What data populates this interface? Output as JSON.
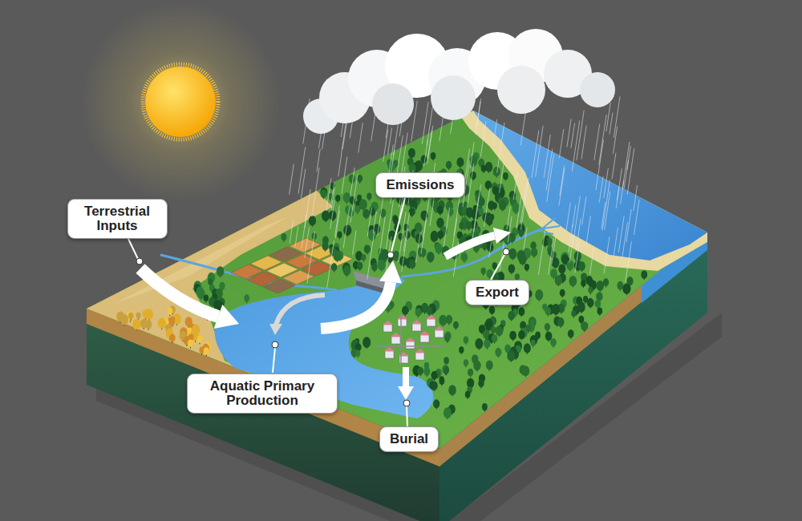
{
  "diagram": {
    "nodes": [
      {
        "text": [
          "Terrestrial Inputs"
        ]
      },
      {
        "text": [
          "Emissions"
        ]
      },
      {
        "text": [
          "Export"
        ]
      },
      {
        "text": [
          "Aquatic Primary Production"
        ]
      },
      {
        "text": [
          "Burial"
        ]
      }
    ]
  }
}
